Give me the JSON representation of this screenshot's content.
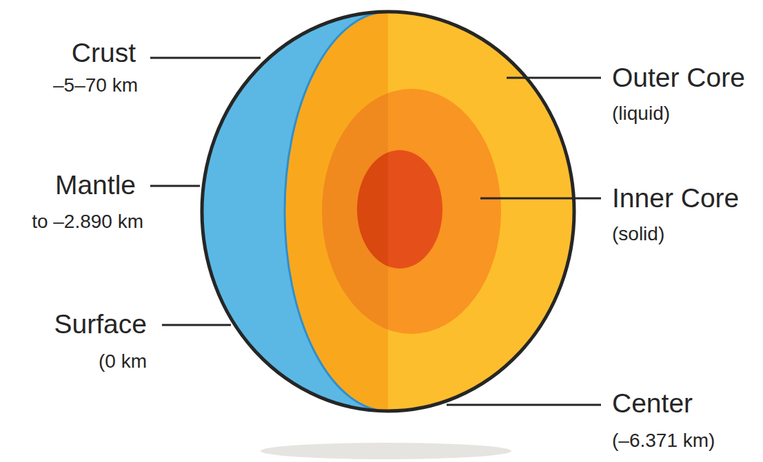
{
  "diagram": {
    "labels": [
      "Crust",
      "–5–70 km",
      "Mantle",
      "to –2.890 km",
      "Surface",
      "(0 km",
      "Outer Core",
      "(liquid)",
      "Inner Core",
      "(solid)",
      "Center",
      "(–6.371 km)"
    ]
  }
}
